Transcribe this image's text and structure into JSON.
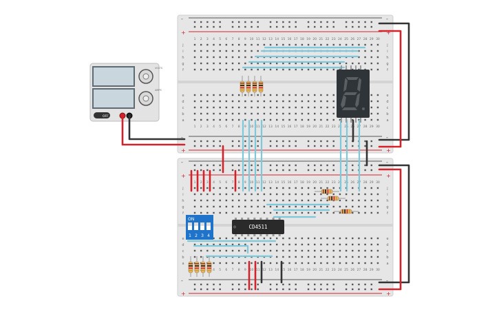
{
  "power_supply": {
    "power_label": "OFF",
    "knob_labels": [
      "VOLTS",
      "AMPS"
    ],
    "display_color": "#c9d6de",
    "positive_color": "#d2232a",
    "negative_color": "#222222"
  },
  "breadboards": {
    "columns": [
      "1",
      "2",
      "3",
      "4",
      "5",
      "6",
      "7",
      "8",
      "9",
      "10",
      "11",
      "12",
      "13",
      "14",
      "15",
      "16",
      "17",
      "18",
      "19",
      "20",
      "21",
      "22",
      "23",
      "24",
      "25",
      "26",
      "27",
      "28",
      "29",
      "30"
    ],
    "rows_top": [
      "j",
      "i",
      "h",
      "g",
      "f"
    ],
    "rows_bottom": [
      "e",
      "d",
      "c",
      "b",
      "a"
    ],
    "rail_plus": "+",
    "rail_minus": "-",
    "rail_red": "#d2232a",
    "rail_blue": "#2b5fae",
    "board_color": "#e6e6e6"
  },
  "ic_chip": {
    "label": "CD4511",
    "color": "#2a2a2a"
  },
  "dip_switch": {
    "title": "ON",
    "numbers": [
      "1",
      "2",
      "3",
      "4"
    ],
    "color": "#1f74c9"
  },
  "seven_segment": {
    "digit": "8",
    "body_color": "#2f3438",
    "segment_color": "#5a5f63"
  },
  "wire_colors": {
    "red": "#d2232a",
    "black": "#333333",
    "blue": "#7ec8dc"
  }
}
